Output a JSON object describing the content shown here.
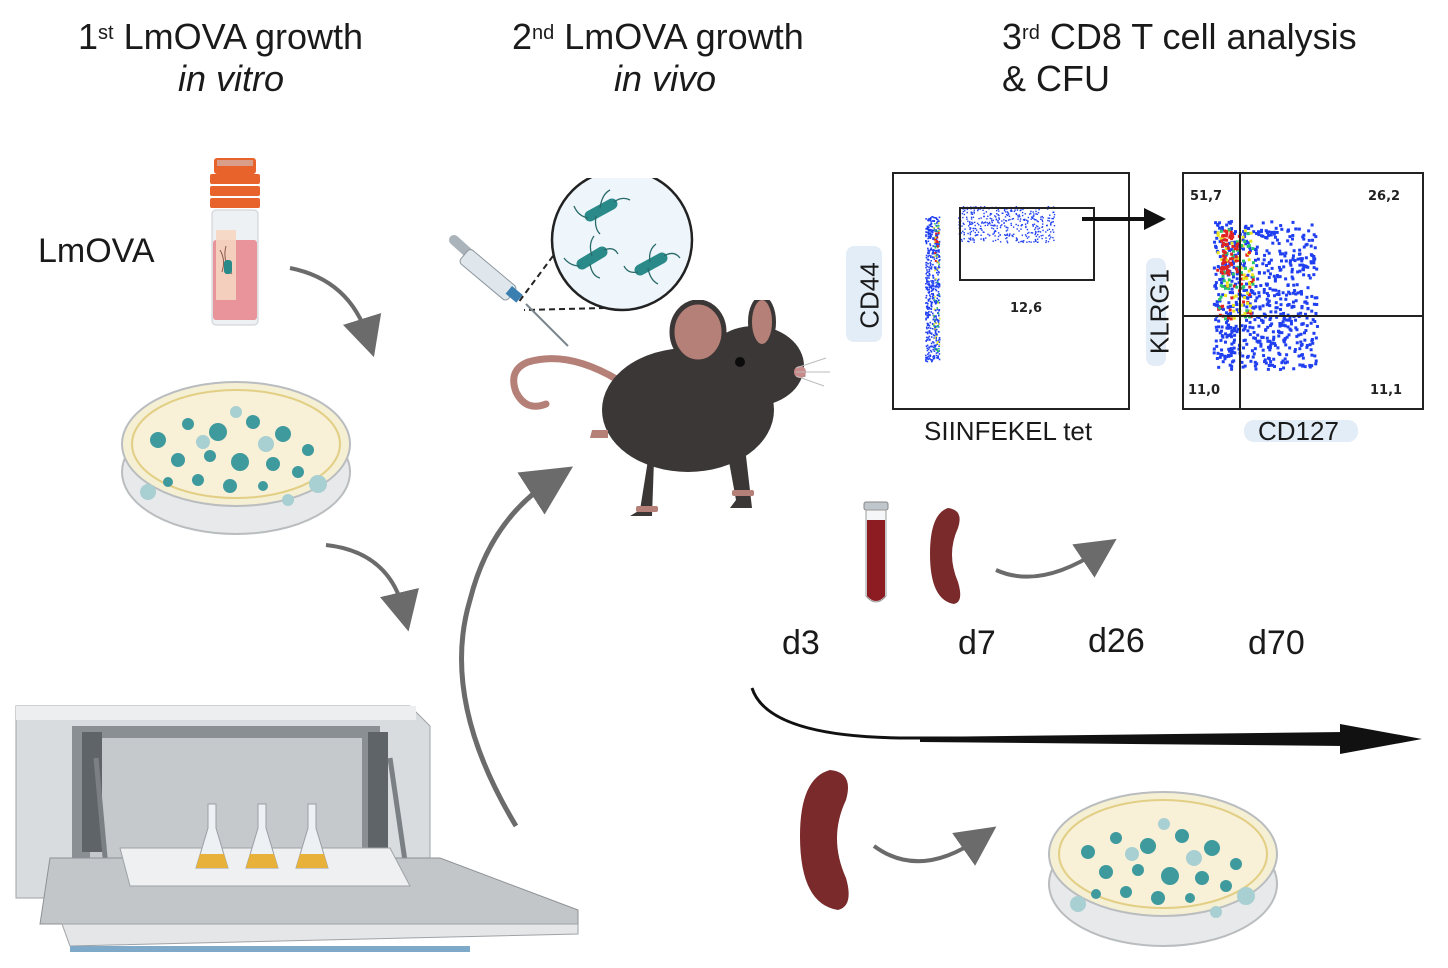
{
  "titles": {
    "step1": {
      "num": "1",
      "sup": "st",
      "text": " LmOVA growth",
      "sub": "in vitro"
    },
    "step2": {
      "num": "2",
      "sup": "nd",
      "text": " LmOVA growth",
      "sub": "in vivo"
    },
    "step3": {
      "num": "3",
      "sup": "rd",
      "text": " CD8 T cell analysis",
      "sub": "& CFU"
    }
  },
  "labels": {
    "lmova": "LmOVA"
  },
  "flow1": {
    "y_axis": "CD44",
    "x_axis": "SIINFEKEL tet",
    "gate_value": "12,6"
  },
  "flow2": {
    "y_axis": "KLRG1",
    "x_axis": "CD127",
    "q_top_left": "51,7",
    "q_top_right": "26,2",
    "q_bottom_left": "11,0",
    "q_bottom_right": "11,1"
  },
  "timeline": {
    "days": [
      "d3",
      "d7",
      "d26",
      "d70"
    ]
  },
  "colors": {
    "arrow_gray": "#6b6b6b",
    "blood": "#8c1c22",
    "spleen": "#7a2a2a",
    "mouse": "#3a3736",
    "bacteria": "#2a8a8a",
    "dish_colony": "#3f9a9e",
    "tube_cap": "#e8622b",
    "flow_dot": "#1f3ff0",
    "flow_hot": "#e32222"
  }
}
